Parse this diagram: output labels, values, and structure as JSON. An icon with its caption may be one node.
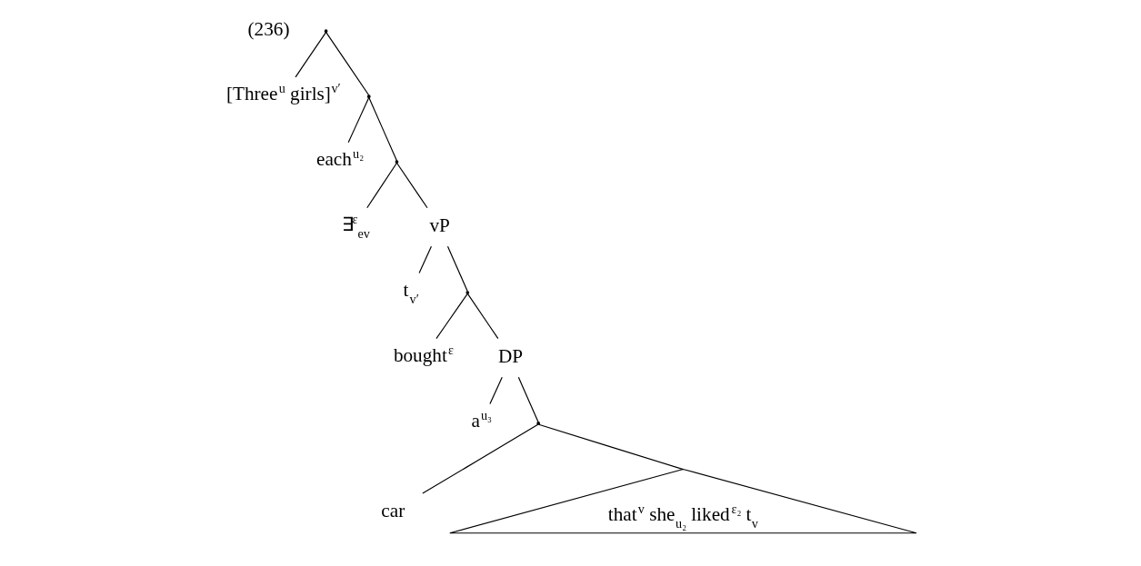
{
  "diagram": {
    "nodes": [
      {
        "text": [],
        "shape": "point"
      },
      {
        "text": [
          "[Three$^{u}$ girls]$^{v′}$"
        ]
      },
      {
        "text": [],
        "shape": "point"
      },
      {
        "text": [
          "each$^{u₂}$"
        ]
      },
      {
        "text": [],
        "shape": "point"
      },
      {
        "text": [
          "∃$^{ε}$$_{ev}$"
        ]
      },
      {
        "text": [
          "vP"
        ]
      },
      {
        "text": [
          "t$_{v′}$"
        ]
      },
      {
        "text": [],
        "shape": "point"
      },
      {
        "text": [
          "bought$^{ε}$"
        ]
      },
      {
        "text": [
          "DP"
        ]
      },
      {
        "text": [
          "a$^{u₃}$"
        ]
      },
      {
        "text": [],
        "shape": "point"
      },
      {
        "text": [
          "car"
        ]
      },
      {
        "text": [
          "that$^{v}$ she$_{u₂}$ liked$^{ε₂}$ t$_{v}$"
        ]
      }
    ],
    "edges": [
      {
        "from": 0,
        "to": 1,
        "arrow": "none"
      },
      {
        "from": 0,
        "to": 2,
        "arrow": "none"
      },
      {
        "from": 2,
        "to": 3,
        "arrow": "none"
      },
      {
        "from": 2,
        "to": 4,
        "arrow": "none"
      },
      {
        "from": 4,
        "to": 5,
        "arrow": "none"
      },
      {
        "from": 4,
        "to": 6,
        "arrow": "none"
      },
      {
        "from": 6,
        "to": 7,
        "arrow": "none"
      },
      {
        "from": 6,
        "to": 8,
        "arrow": "none"
      },
      {
        "from": 8,
        "to": 9,
        "arrow": "none"
      },
      {
        "from": 8,
        "to": 10,
        "arrow": "none"
      },
      {
        "from": 10,
        "to": 11,
        "arrow": "none"
      },
      {
        "from": 10,
        "to": 12,
        "arrow": "none"
      },
      {
        "from": 12,
        "to": 13,
        "arrow": "none"
      },
      {
        "from": 12,
        "to": 14,
        "arrow": "none"
      }
    ],
    "labels": [
      "(236)"
    ]
  }
}
